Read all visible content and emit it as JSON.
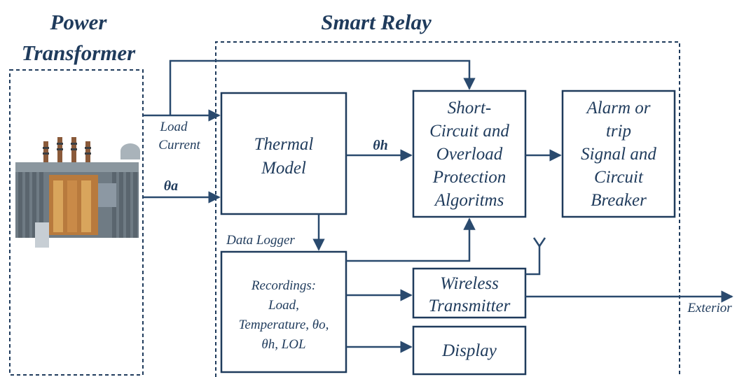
{
  "titles": {
    "power_transformer": [
      "Power",
      "Transformer"
    ],
    "smart_relay": "Smart Relay"
  },
  "labels": {
    "load_current": [
      "Load",
      "Current"
    ],
    "theta_a": "θa",
    "theta_h": "θh",
    "data_logger": "Data Logger",
    "exterior": "Exterior"
  },
  "blocks": {
    "thermal_model": [
      "Thermal",
      "Model"
    ],
    "protection": [
      "Short-",
      "Circuit and",
      "Overload",
      "Protection",
      "Algoritms"
    ],
    "alarm": [
      "Alarm or",
      "trip",
      "Signal and",
      "Circuit",
      "Breaker"
    ],
    "recordings": [
      "Recordings:",
      "Load,",
      "Temperature, θo,",
      "θh, LOL"
    ],
    "wireless": [
      "Wireless",
      "Transmitter"
    ],
    "display": "Display"
  },
  "colors": {
    "ink": "#1f3b5c",
    "wire": "#2a4a6e"
  }
}
